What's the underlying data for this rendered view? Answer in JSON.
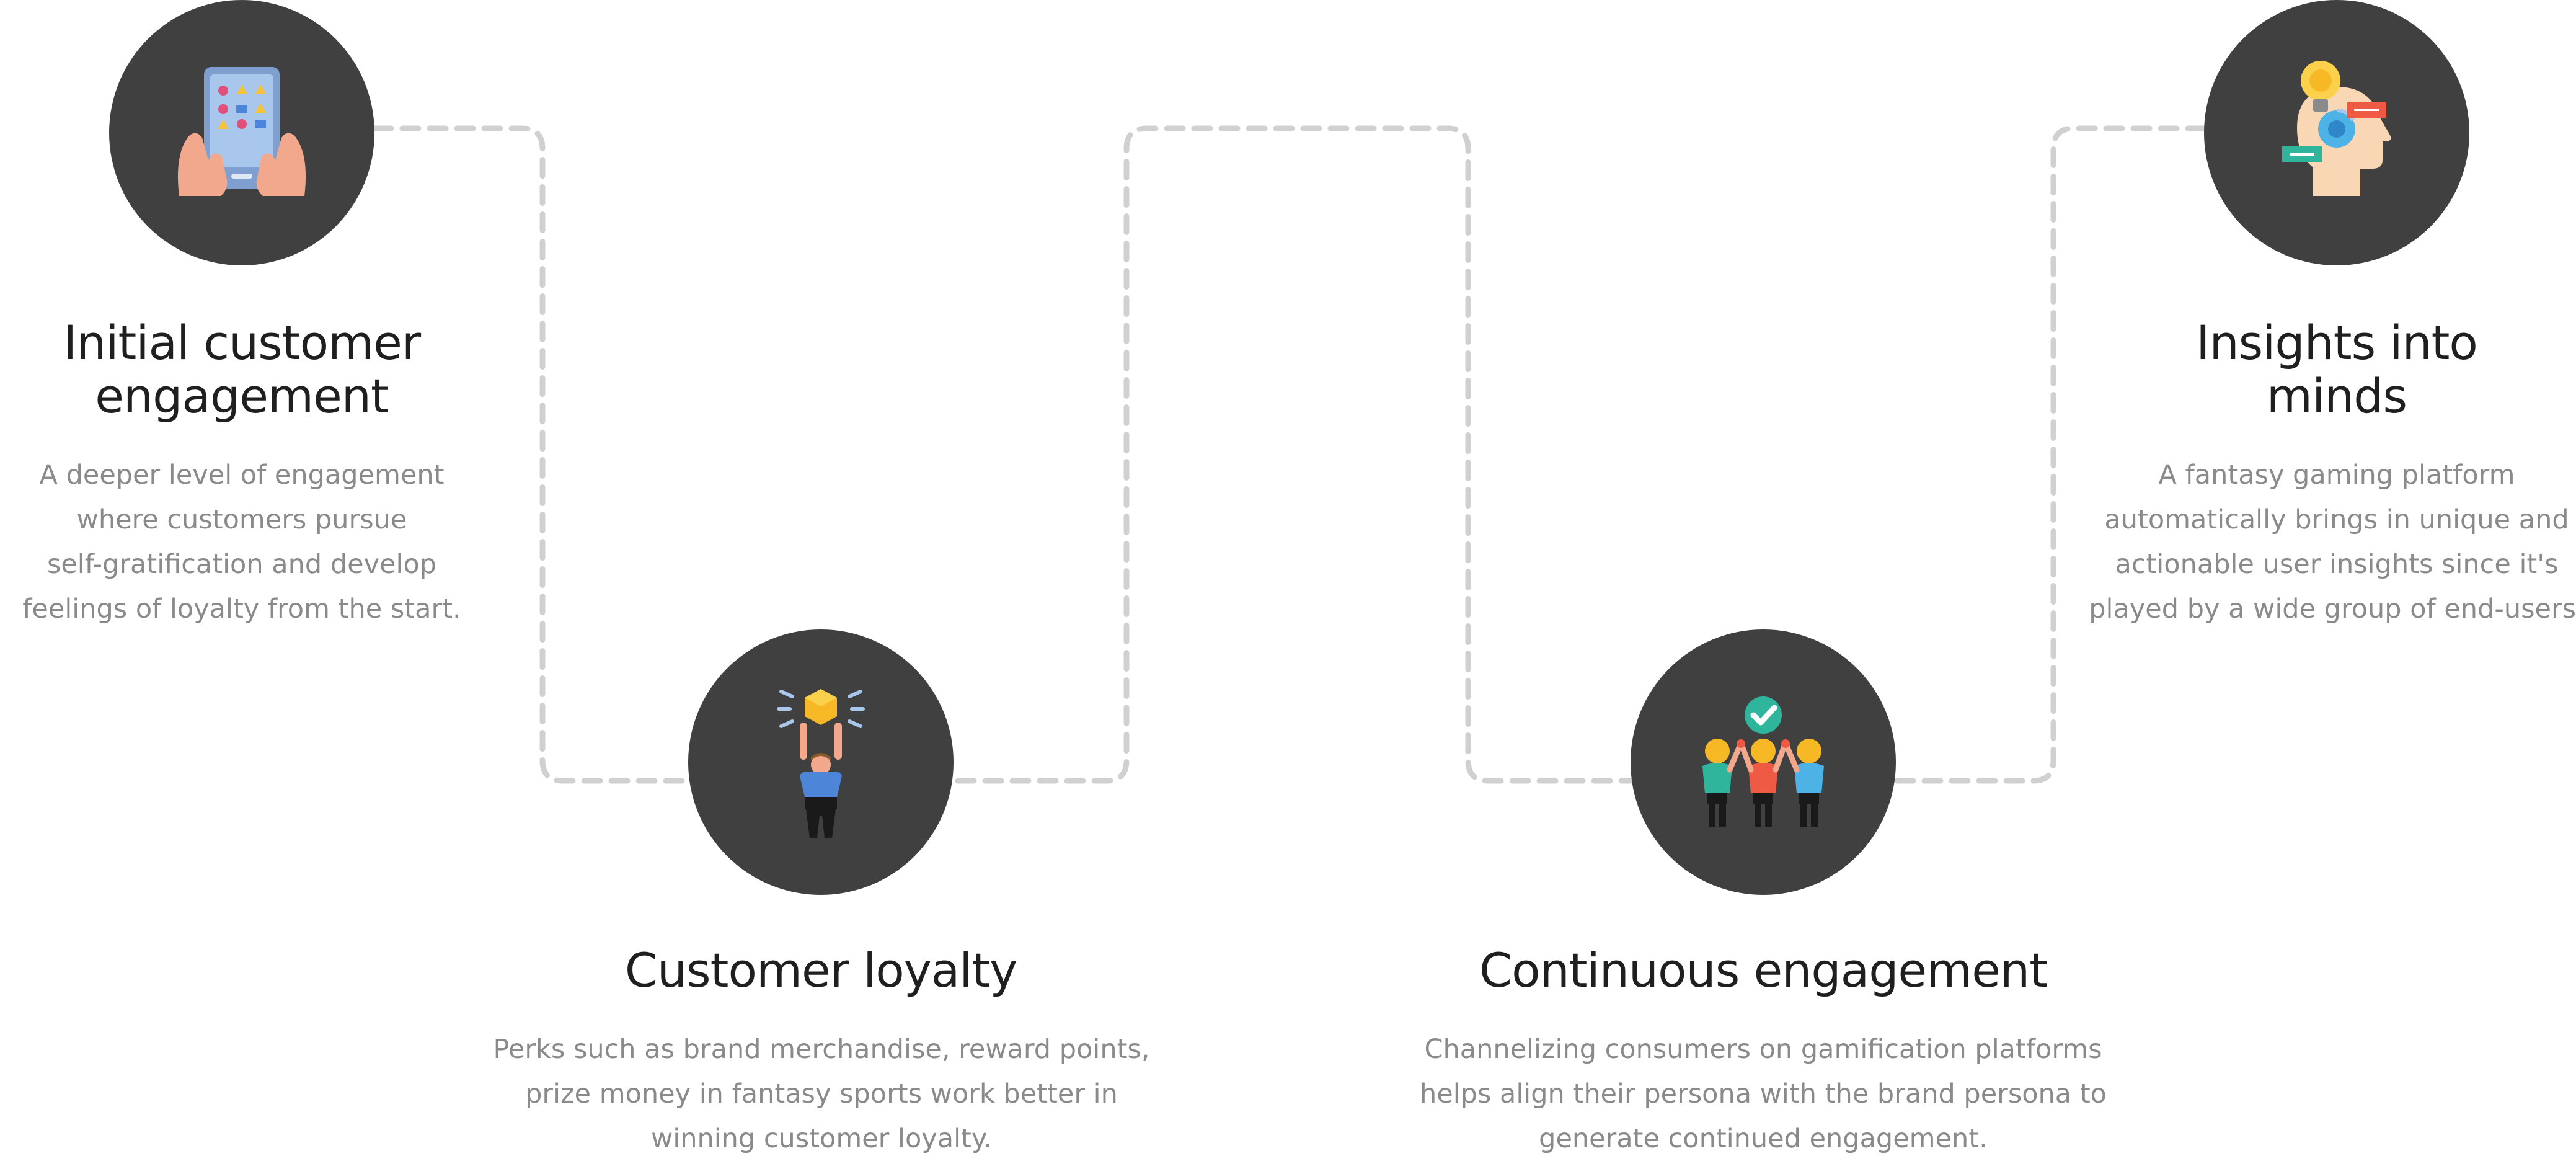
{
  "steps": [
    {
      "title_line1": "Initial customer",
      "title_line2": "engagement",
      "desc_lines": [
        "A deeper level of engagement",
        "where customers pursue",
        "self-gratification and develop",
        "feelings of loyalty from the start."
      ],
      "icon": "tablet-hands-icon"
    },
    {
      "title_line1": "Customer loyalty",
      "desc_lines": [
        "Perks such as brand merchandise, reward points,",
        "prize money in fantasy sports work better in",
        "winning customer loyalty."
      ],
      "icon": "trophy-raise-icon"
    },
    {
      "title_line1": "Continuous engagement",
      "desc_lines": [
        "Channelizing consumers on gamification platforms",
        "helps align their persona with the brand persona to",
        "generate continued engagement."
      ],
      "icon": "team-check-icon"
    },
    {
      "title_line1": "Insights into",
      "title_line2": "minds",
      "desc_lines": [
        "A fantasy gaming platform",
        "automatically brings in unique and",
        "actionable user insights since it's",
        "played by a wide group of end-users."
      ],
      "icon": "head-insight-icon"
    }
  ],
  "colors": {
    "circle": "#404040",
    "title": "#1f1f1f",
    "description": "#8a8a8a",
    "connector": "#cfcfcf"
  }
}
